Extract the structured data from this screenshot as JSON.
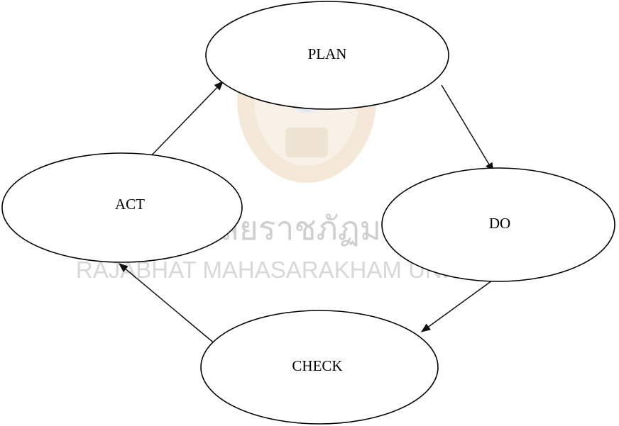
{
  "diagram": {
    "nodes": {
      "plan": "PLAN",
      "do": "DO",
      "check": "CHECK",
      "act": "ACT"
    },
    "edges": [
      {
        "from": "PLAN",
        "to": "DO"
      },
      {
        "from": "DO",
        "to": "CHECK"
      },
      {
        "from": "CHECK",
        "to": "ACT"
      },
      {
        "from": "ACT",
        "to": "PLAN"
      }
    ]
  },
  "watermark": {
    "thai_text": "มหาวิทยาลัยราชภัฏมหาสารคาม",
    "english_text": "RAJABHAT MAHASARAKHAM UNIVERSITY",
    "seal_color": "#e6c9a6"
  }
}
